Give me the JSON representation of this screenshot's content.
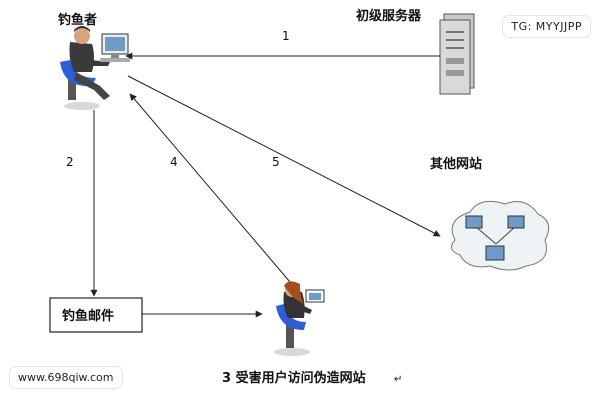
{
  "labels": {
    "phisher": "钓鱼者",
    "initial_server": "初级服务器",
    "other_sites": "其他网站",
    "phishing_email": "钓鱼邮件",
    "victim_step": "3 受害用户访问伪造网站",
    "victim_mark": "↵"
  },
  "steps": {
    "s1": "1",
    "s2": "2",
    "s4": "4",
    "s5": "5"
  },
  "watermarks": {
    "tg": "TG: MYYJJPP",
    "url": "www.698qiw.com"
  },
  "colors": {
    "line": "#222222",
    "cloud": "#eef3f6",
    "monitor": "#6f9cc7",
    "chair": "#2d5ed6",
    "server": "#c9c9c9"
  }
}
